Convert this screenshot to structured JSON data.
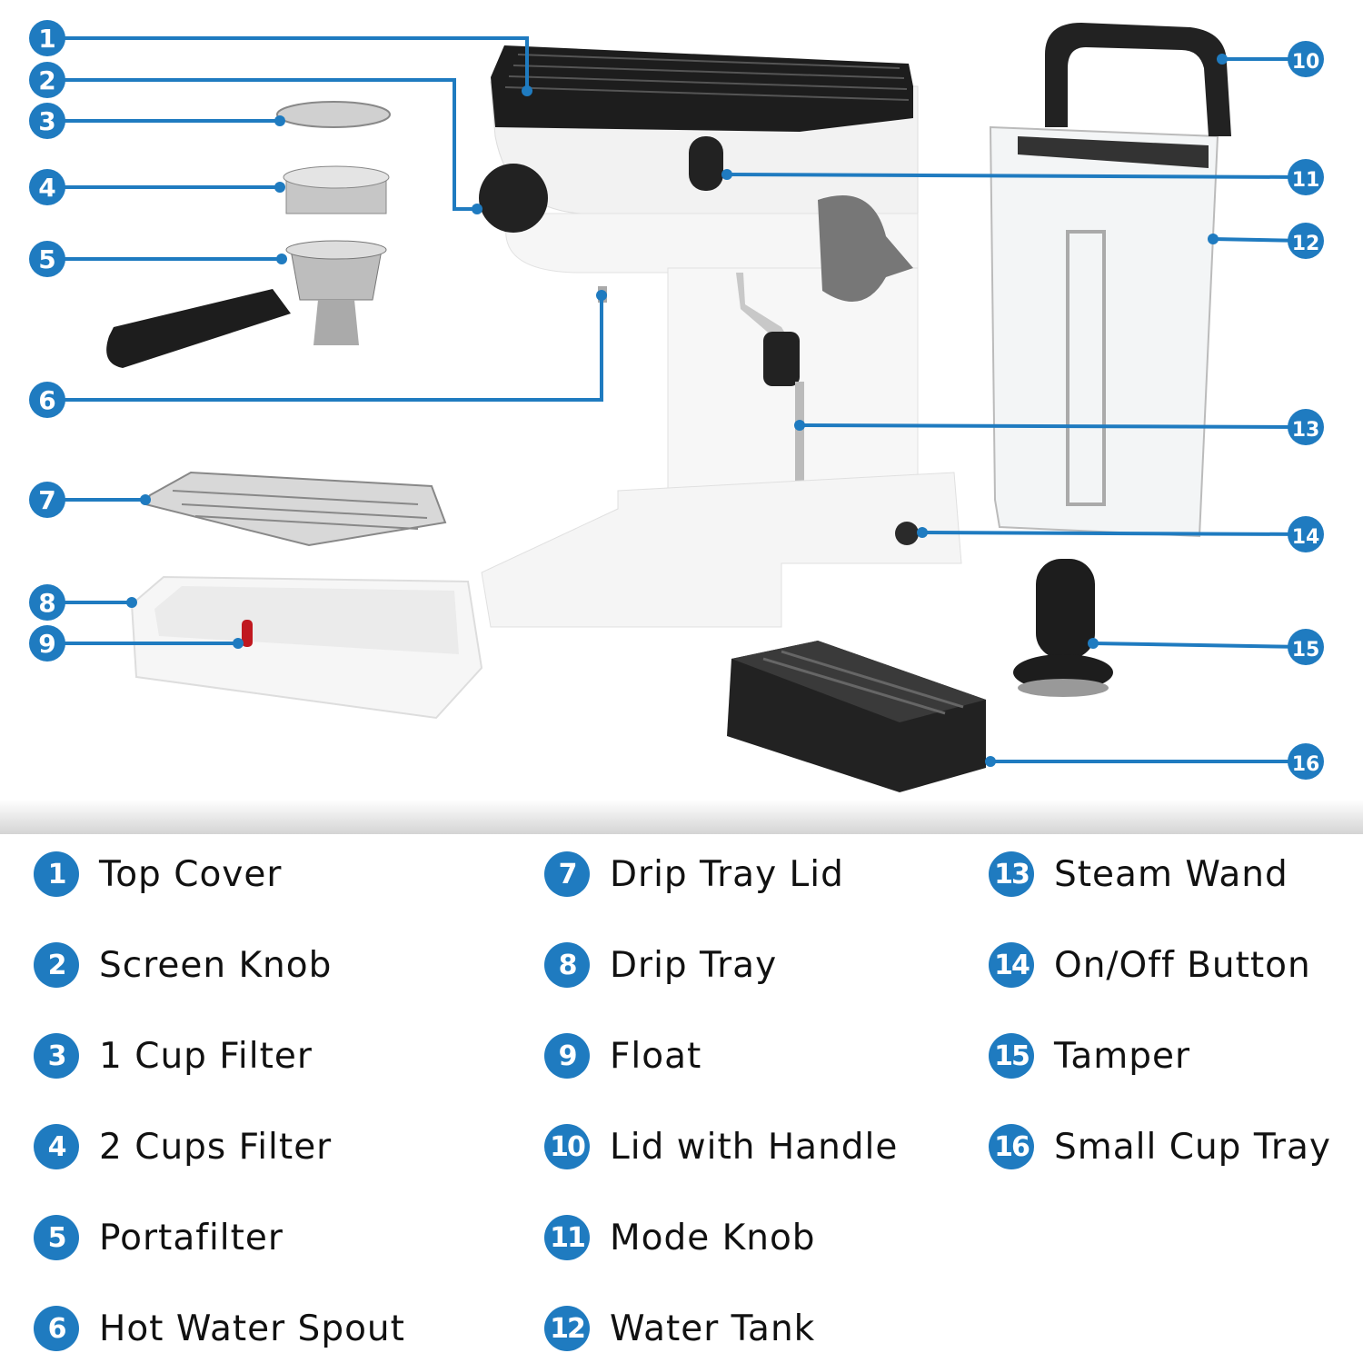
{
  "accent_color": "#1f7bc0",
  "parts": [
    {
      "number": "1",
      "name": "Top Cover"
    },
    {
      "number": "2",
      "name": "Screen Knob"
    },
    {
      "number": "3",
      "name": "1 Cup Filter"
    },
    {
      "number": "4",
      "name": "2 Cups Filter"
    },
    {
      "number": "5",
      "name": "Portafilter"
    },
    {
      "number": "6",
      "name": "Hot Water Spout"
    },
    {
      "number": "7",
      "name": "Drip Tray Lid"
    },
    {
      "number": "8",
      "name": "Drip Tray"
    },
    {
      "number": "9",
      "name": "Float"
    },
    {
      "number": "10",
      "name": "Lid with Handle"
    },
    {
      "number": "11",
      "name": "Mode Knob"
    },
    {
      "number": "12",
      "name": "Water Tank"
    },
    {
      "number": "13",
      "name": "Steam Wand"
    },
    {
      "number": "14",
      "name": "On/Off Button"
    },
    {
      "number": "15",
      "name": "Tamper"
    },
    {
      "number": "16",
      "name": "Small Cup Tray"
    }
  ]
}
